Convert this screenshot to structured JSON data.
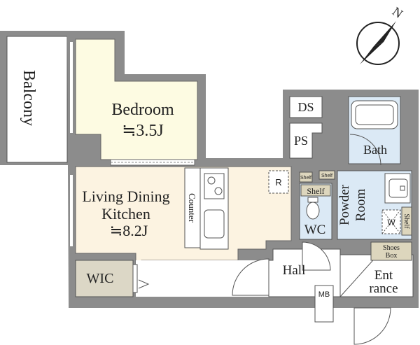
{
  "compass": {
    "north_label": "N"
  },
  "rooms": {
    "balcony": "Balcony",
    "bedroom": {
      "name": "Bedroom",
      "area": "≒3.5J"
    },
    "ldk": {
      "line1": "Living Dining",
      "line2": "Kitchen",
      "area": "≒8.2J"
    },
    "counter": "Counter",
    "wic": "WIC",
    "ds": "DS",
    "ps": "PS",
    "bath": "Bath",
    "powder_room": {
      "line1": "Powder",
      "line2": "Room"
    },
    "wc": "WC",
    "hall": "Hall",
    "entrance": {
      "line1": "Ent",
      "line2": "rance"
    },
    "mb": "MB",
    "refrigerator": "R",
    "washer": "W"
  },
  "fixtures": {
    "shelf_small_1": "Shelf",
    "shelf_small_2": "Shelf",
    "shelf_wc": "Shelf",
    "shelf_powder": "Shelf",
    "shoes_box_line1": "Shoes",
    "shoes_box_line2": "Box"
  },
  "colors": {
    "wall": "#8c8c8c",
    "bedroom_fill": "#fdfbe2",
    "ldk_fill": "#fcf3e1",
    "wet_fill": "#dbe9f5",
    "wic_fill": "#dcd7c6",
    "shelf_fill": "#ddd6bd",
    "floor_white": "#ffffff"
  }
}
